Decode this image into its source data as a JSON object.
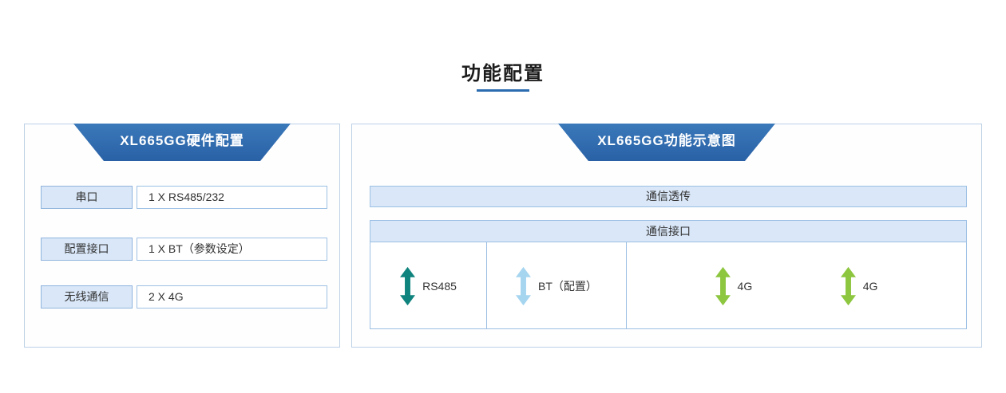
{
  "page": {
    "title": "功能配置"
  },
  "hardware_panel": {
    "header": "XL665GG硬件配置",
    "rows": [
      {
        "label": "串口",
        "value": "1 X RS485/232"
      },
      {
        "label": "配置接口",
        "value": "1 X BT（参数设定）"
      },
      {
        "label": "无线通信",
        "value": "2 X 4G"
      }
    ]
  },
  "function_panel": {
    "header": "XL665GG功能示意图",
    "transparent_bar": "通信透传",
    "interface_header": "通信接口",
    "interfaces": [
      {
        "label": "RS485",
        "arrow_color": "#0f837d"
      },
      {
        "label": "BT（配置）",
        "arrow_color": "#a6d5f0"
      },
      {
        "label": "4G",
        "arrow_color": "#8dc63f"
      },
      {
        "label": "4G",
        "arrow_color": "#8dc63f"
      }
    ]
  },
  "colors": {
    "header_blue": "#2e6cb0",
    "light_blue_fill": "#d9e7f8",
    "panel_border": "#bcd0e6",
    "box_border": "#9cc0e4",
    "title_underline": "#2b6cb0",
    "arrow_teal": "#0f837d",
    "arrow_lightblue": "#a6d5f0",
    "arrow_green": "#8dc63f"
  }
}
